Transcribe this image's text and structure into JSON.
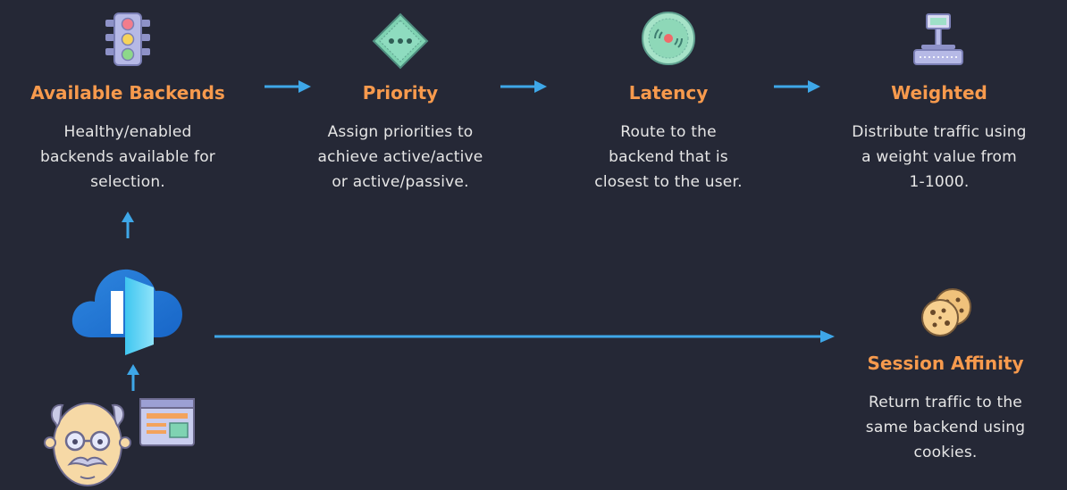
{
  "colors": {
    "background": "#252836",
    "title": "#F79A4D",
    "text": "#E6E6E6",
    "arrow": "#3EA7E8"
  },
  "steps": [
    {
      "icon": "traffic-light-icon",
      "title": "Available Backends",
      "desc": [
        "Healthy/enabled",
        "backends available for",
        "selection."
      ]
    },
    {
      "icon": "chip-icon",
      "title": "Priority",
      "desc": [
        "Assign priorities to",
        "achieve active/active",
        "or active/passive."
      ]
    },
    {
      "icon": "radar-icon",
      "title": "Latency",
      "desc": [
        "Route to the",
        "backend that is",
        "closest to the user."
      ]
    },
    {
      "icon": "weighing-scale-icon",
      "title": "Weighted",
      "desc": [
        "Distribute traffic using",
        "a weight value from",
        "1-1000."
      ]
    }
  ],
  "session": {
    "icon": "cookies-icon",
    "title": "Session Affinity",
    "desc": [
      "Return traffic to the",
      "same backend using",
      "cookies."
    ]
  },
  "actors": {
    "front_door_icon": "azure-front-door-icon",
    "user_icon": "old-man-icon",
    "browser_icon": "browser-window-icon"
  }
}
